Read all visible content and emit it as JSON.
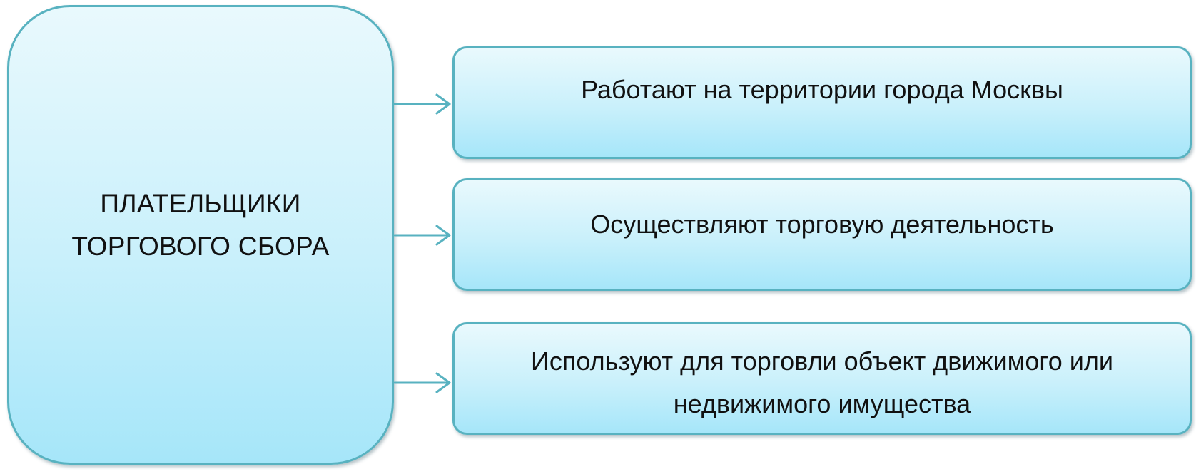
{
  "diagram": {
    "main": {
      "label": "ПЛАТЕЛЬЩИКИ\nТОРГОВОГО СБОРА"
    },
    "items": [
      {
        "label": "Работают на территории города Москвы"
      },
      {
        "label": "Осуществляют торговую деятельность"
      },
      {
        "label": "Используют для торговли объект движимого или\nнедвижимого имущества"
      }
    ],
    "colors": {
      "border": "#58b2c0",
      "fill_top": "#e9f9fd",
      "fill_bottom": "#a6e6f9",
      "arrow": "#58b2c0"
    }
  }
}
